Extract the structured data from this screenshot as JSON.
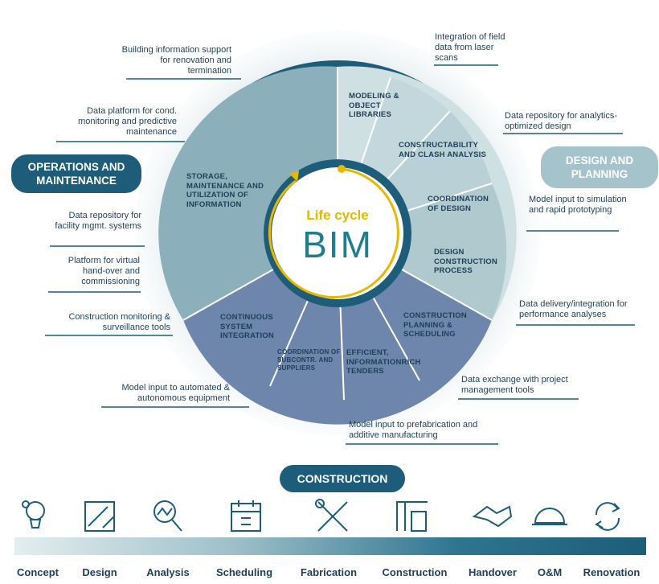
{
  "center": {
    "title": "Life cycle",
    "big": "BIM"
  },
  "pills": {
    "operations": "OPERATIONS AND MAINTENANCE",
    "design": "DESIGN AND PLANNING",
    "construction": "CONSTRUCTION"
  },
  "segments": {
    "storage": "STORAGE, MAINTENANCE AND UTILIZATION OF INFORMATION",
    "modeling": "MODELING & OBJECT LIBRARIES",
    "clash": "CONSTRUCTABILITY AND CLASH ANALYSIS",
    "coordination": "COORDINATION OF DESIGN",
    "design_process": "DESIGN CONSTRUCTION PROCESS",
    "planning": "CONSTRUCTION PLANNING & SCHEDULING",
    "tenders": "EFFICIENT, INFORMATIONRICH TENDERS",
    "subcontr": "COORDINATION OF SUBCONTR. AND SUPPLIERS",
    "continuous": "CONTINUOUS SYSTEM INTEGRATION"
  },
  "outer_labels": {
    "renovation": "Building information support for renovation and termination",
    "cond_monitoring": "Data platform for cond. monitoring and predictive maintenance",
    "facility": "Data repository for facility mgmt. systems",
    "handover": "Platform for virtual hand-over and commissioning",
    "monitoring": "Construction monitoring & surveillance tools",
    "automated": "Model input to automated & autonomous equipment",
    "prefab": "Model input to prefabrication and additive manufacturing",
    "pm_tools": "Data exchange with project management tools",
    "performance": "Data delivery/integration for performance analyses",
    "simulation": "Model input to simulation and rapid prototyping",
    "analytics": "Data repository for analytics-optimized design",
    "laser": "Integration of field data from laser scans"
  },
  "phases": [
    "Concept",
    "Design",
    "Analysis",
    "Scheduling",
    "Fabrication",
    "Construction",
    "Handover",
    "O&M",
    "Renovation"
  ],
  "phase_icons": [
    "lightbulb-gear-icon",
    "blueprint-drafting-icon",
    "magnifier-analysis-icon",
    "calendar-icon",
    "wrench-screwdriver-icon",
    "crane-building-icon",
    "handshake-icon",
    "hard-hat-icon",
    "recycle-arrows-icon"
  ],
  "colors": {
    "dark_blue": "#1d5d79",
    "navy": "#1d3f57",
    "steel": "#5b89a4",
    "light_teal": "#cfe0e3",
    "pale_teal": "#a9c6cc",
    "yellow": "#e7b800",
    "construction_blue": "#6e86ab"
  }
}
